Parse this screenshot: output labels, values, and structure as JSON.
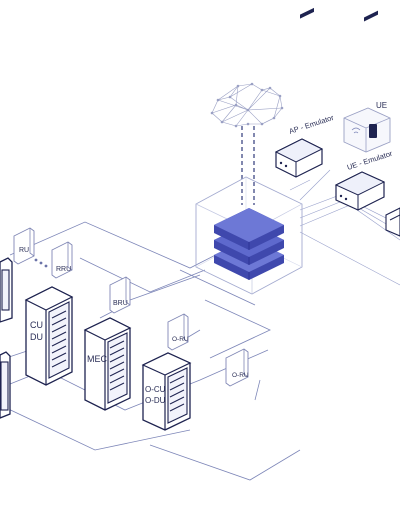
{
  "labels": {
    "ap_emulator": "AP - Emulator",
    "ue_emulator": "UE - Emulator",
    "ue": "UE",
    "cu_du_top": "CU",
    "cu_du_bottom": "DU",
    "mec": "MEC",
    "ocu_odu_top": "O-CU",
    "ocu_odu_bottom": "O-DU",
    "ru": "RU",
    "rru": "RRU",
    "bru": "BRU",
    "oru_1": "O-RU",
    "oru_2": "O-RU"
  },
  "colors": {
    "line": "#7d86b8",
    "ink": "#1e2350",
    "stack_dark": "#4a52b8",
    "stack_light": "#6f7ad6"
  }
}
